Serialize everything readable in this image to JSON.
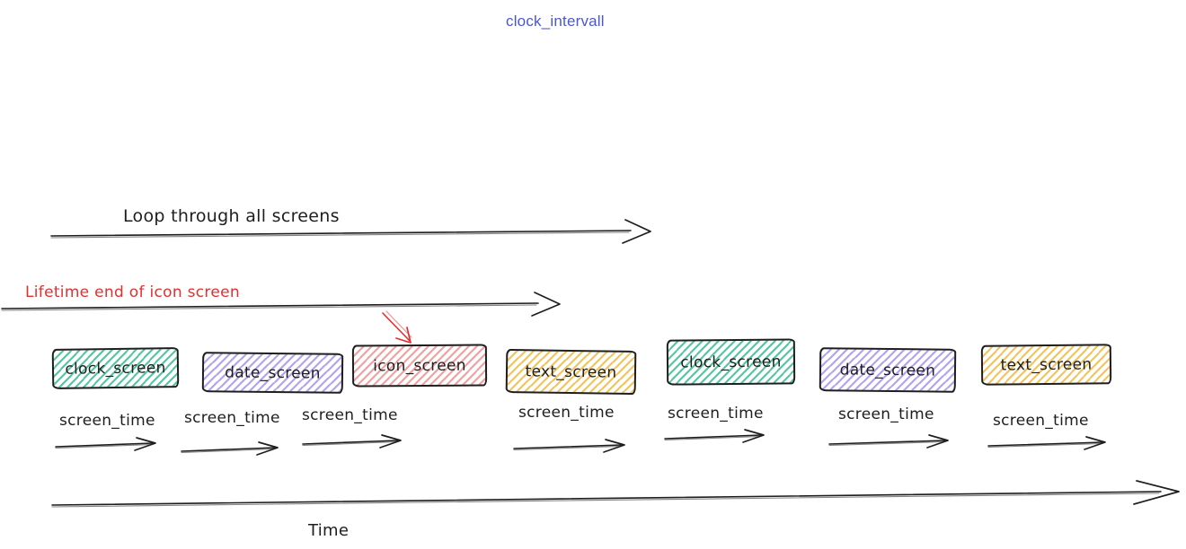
{
  "title": "clock_intervall",
  "colors": {
    "ink": "#1e1e1e",
    "red": "#e03131",
    "title_blue": "#4b57d0",
    "green_fill": "#55c7a0",
    "purple_fill": "#b3a3f2",
    "red_fill": "#f2a0a0",
    "yellow_fill": "#f4c35b"
  },
  "annotations": {
    "loop_label": "Loop through all screens",
    "lifetime_label": "Lifetime end of icon screen",
    "time_label": "Time",
    "screen_time_label": "screen_time"
  },
  "screens": [
    {
      "label": "clock_screen",
      "fill": "#55c7a0"
    },
    {
      "label": "date_screen",
      "fill": "#b3a3f2"
    },
    {
      "label": "icon_screen",
      "fill": "#f2a0a0"
    },
    {
      "label": "text_screen",
      "fill": "#f4c35b"
    },
    {
      "label": "clock_screen",
      "fill": "#55c7a0"
    },
    {
      "label": "date_screen",
      "fill": "#b3a3f2"
    },
    {
      "label": "text_screen",
      "fill": "#f4c35b"
    }
  ]
}
